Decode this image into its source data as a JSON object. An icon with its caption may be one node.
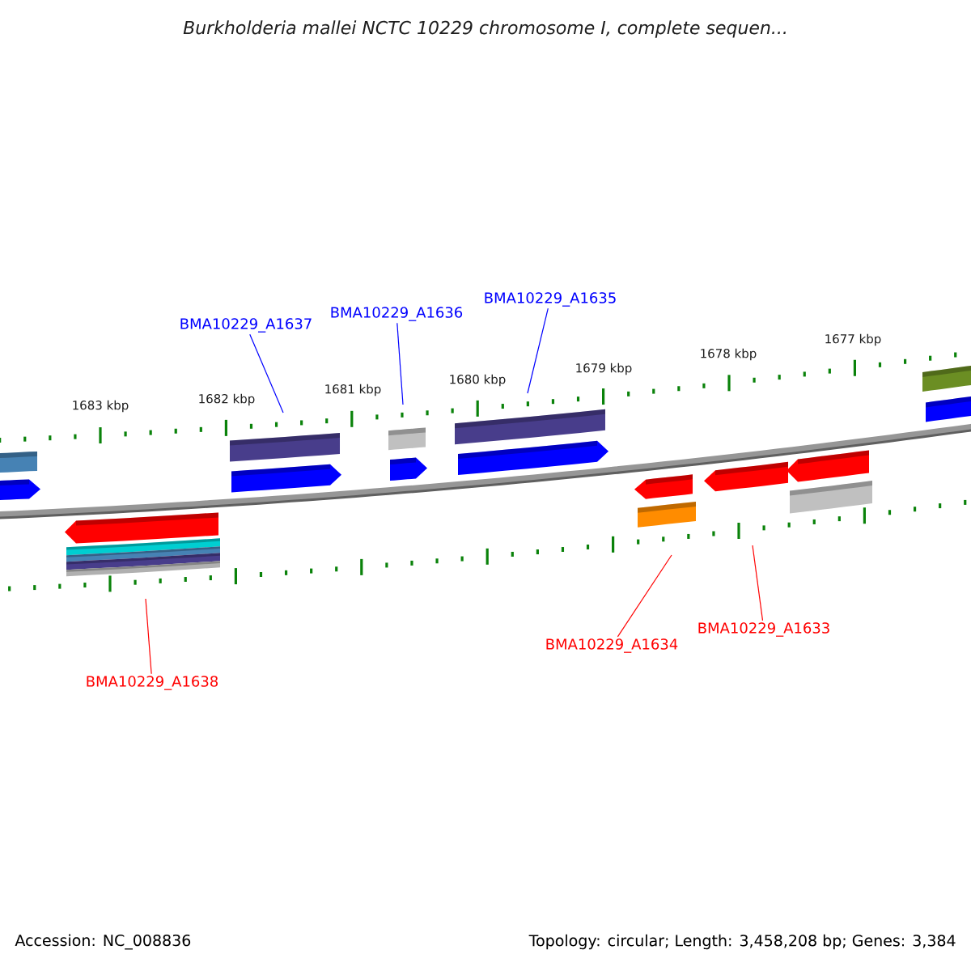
{
  "diagram": {
    "title": "Burkholderia mallei NCTC 10229 chromosome I, complete sequen...",
    "nodes": [
      {
        "text": [
          "BMA10229_A1637"
        ]
      },
      {
        "text": [
          "BMA10229_A1636"
        ]
      },
      {
        "text": [
          "BMA10229_A1635"
        ]
      },
      {
        "text": [
          "BMA10229_A1638"
        ]
      },
      {
        "text": [
          "BMA10229_A1634"
        ]
      },
      {
        "text": [
          "BMA10229_A1633"
        ]
      }
    ],
    "edges": [
      {
        "from": 0,
        "to": null,
        "arrow": "none",
        "color": "#0000ff"
      },
      {
        "from": 1,
        "to": null,
        "arrow": "none",
        "color": "#0000ff"
      },
      {
        "from": 2,
        "to": null,
        "arrow": "none",
        "color": "#0000ff"
      },
      {
        "from": 3,
        "to": null,
        "arrow": "none",
        "color": "#ff0000"
      },
      {
        "from": 4,
        "to": null,
        "arrow": "none",
        "color": "#ff0000"
      },
      {
        "from": 5,
        "to": null,
        "arrow": "none",
        "color": "#ff0000"
      }
    ],
    "labels": [
      "1683 kbp",
      "1682 kbp",
      "1681 kbp",
      "1680 kbp",
      "1679 kbp",
      "1678 kbp",
      "1677 kbp",
      "Accession: NC_008836",
      "Topology: circular; Length: 3,458,208 bp; Genes: 3,384"
    ]
  }
}
